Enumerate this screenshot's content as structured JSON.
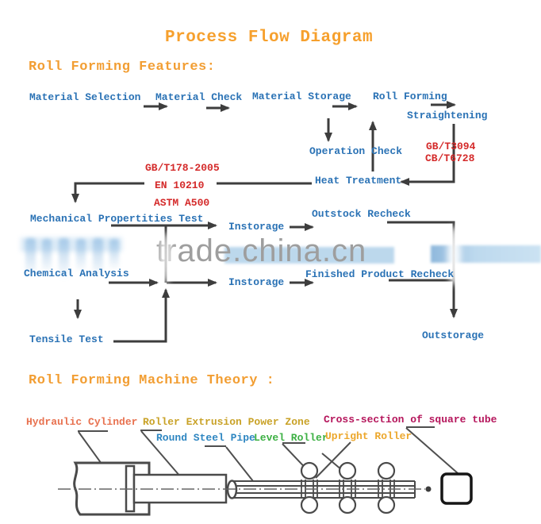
{
  "title": "Process Flow Diagram",
  "features_heading": "Roll Forming Features:",
  "machine_heading": "Roll Forming Machine Theory :",
  "flow": {
    "material_selection": "Material Selection",
    "material_check": "Material Check",
    "material_storage": "Material Storage",
    "roll_forming": "Roll Forming",
    "straightening": "Straightening",
    "operation_check": "Operation Check",
    "heat_treatment": "Heat Treatment",
    "standards_left": [
      "GB/T178-2005",
      "EN 10210",
      "ASTM A500"
    ],
    "standards_right": [
      "GB/T3094",
      "CB/T6728"
    ],
    "mechanical_test": "Mechanical Propertities Test",
    "instorage_top": "Instorage",
    "outstock_recheck": "Outstock Recheck",
    "chemical_analysis": "Chemical Analysis",
    "instorage_bottom": "Instorage",
    "finished_recheck": "Finished Product Recheck",
    "tensile_test": "Tensile Test",
    "outstorage": "Outstorage"
  },
  "watermark": {
    "text": "trade.china.cn"
  },
  "machine": {
    "labels": [
      {
        "id": "hydraulic-cylinder",
        "text": "Hydraulic Cylinder",
        "color": "#e8714f"
      },
      {
        "id": "roller-extrusion-power-zone",
        "text": "Roller Extrusion Power Zone",
        "color": "#c9a227"
      },
      {
        "id": "cross-section-square-tube",
        "text": "Cross-section of square tube",
        "color": "#b5155b"
      },
      {
        "id": "round-steel-pipe",
        "text": "Round Steel Pipe",
        "color": "#2e86c1"
      },
      {
        "id": "level-roller",
        "text": "Level Roller",
        "color": "#3cb043"
      },
      {
        "id": "upright-roller",
        "text": "Upright Roller",
        "color": "#eca72c"
      }
    ]
  },
  "colors": {
    "heading_orange": "#f29e33",
    "title_orange": "#f6a02d",
    "flow_blue": "#2a72b5",
    "standard_red": "#d42a2a",
    "line_dark": "#3d3d3d",
    "leader_gray": "#4f4f4f",
    "watermark_gray": "#9e9e9e",
    "watermark_blue": "#b9d6ec"
  }
}
